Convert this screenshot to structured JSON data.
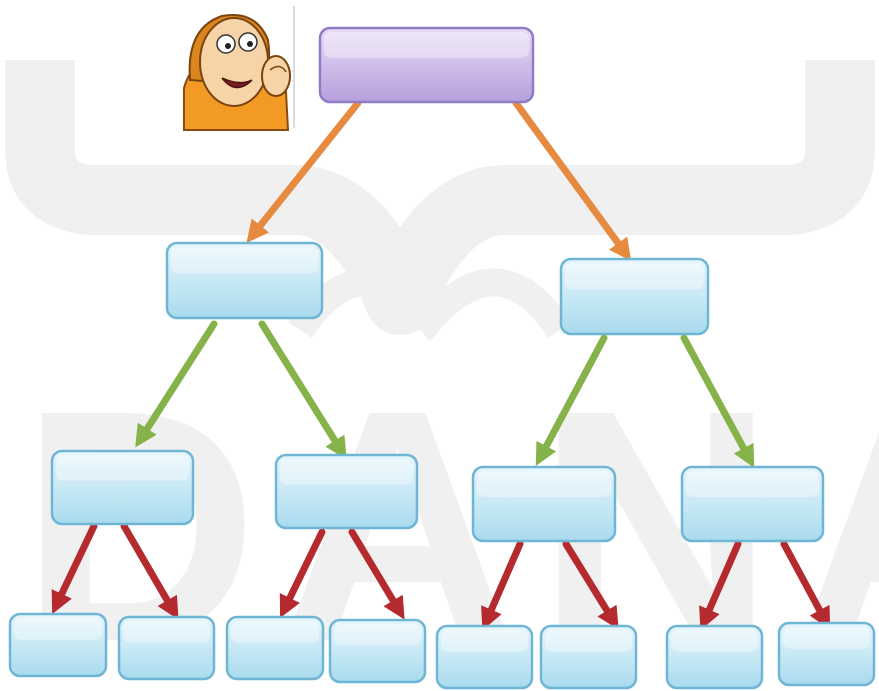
{
  "diagram": {
    "type": "hierarchy-tree",
    "colors": {
      "root_fill_top": "#e9dcf6",
      "root_fill_bottom": "#b7a0dd",
      "root_border": "#8f7cc4",
      "node_fill_top": "#e7f6fc",
      "node_fill_bottom": "#a9dbee",
      "node_border": "#6fb6d4",
      "level1_arrow": "#e58a3f",
      "level2_arrow": "#86b24a",
      "level3_arrow": "#b42a2f",
      "watermark": "#e4e4e4"
    },
    "watermark_text": "DANA",
    "mascot_icon": "cartoon-character-thinking"
  }
}
